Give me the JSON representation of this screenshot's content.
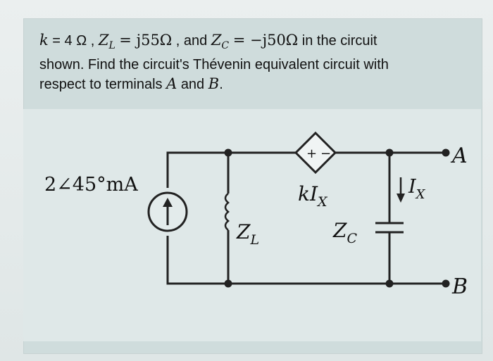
{
  "problem": {
    "line1": {
      "k_label": "k",
      "k_value": "= 4 Ω ,",
      "ZL_base": "Z",
      "ZL_sub": "L",
      "ZL_value": "= j55Ω",
      "and_text": ", and",
      "ZC_base": "Z",
      "ZC_sub": "C",
      "ZC_value": "= −j50Ω",
      "tail": "in the circuit"
    },
    "line2": "shown. Find the circuit's Thévenin equivalent circuit with",
    "line3": {
      "pre": "respect to terminals",
      "A": "A",
      "and": "and",
      "B": "B",
      "end": "."
    }
  },
  "circuit": {
    "source_label": "2∠45°mA",
    "dependent_source_label": "kI",
    "dependent_source_sub": "X",
    "dependent_plus": "+",
    "dependent_minus": "−",
    "inductor_label": "Z",
    "inductor_sub": "L",
    "capacitor_label": "Z",
    "capacitor_sub": "C",
    "current_label": "I",
    "current_sub": "X",
    "terminal_A": "A",
    "terminal_B": "B"
  },
  "colors": {
    "card_background": "#cfdcdc",
    "figure_background": "#dfe8e8",
    "wire": "#222222",
    "text": "#111111"
  }
}
